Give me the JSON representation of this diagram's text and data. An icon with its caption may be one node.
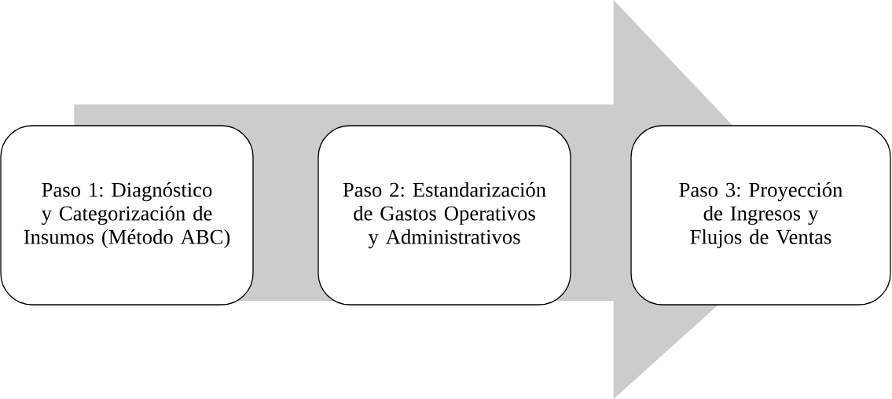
{
  "diagram": {
    "nodes": [
      {
        "text": [
          "Paso 1: Diagnóstico y Categorización de Insumos (Método ABC)"
        ]
      },
      {
        "text": [
          "Paso 2: Estandarización de Gastos Operativos y Administrativos"
        ]
      },
      {
        "text": [
          "Paso 3: Proyección de Ingresos y Flujos de Ventas"
        ]
      }
    ],
    "edges": [
      {
        "from": 0,
        "to": 2,
        "arrow": "to"
      }
    ]
  }
}
